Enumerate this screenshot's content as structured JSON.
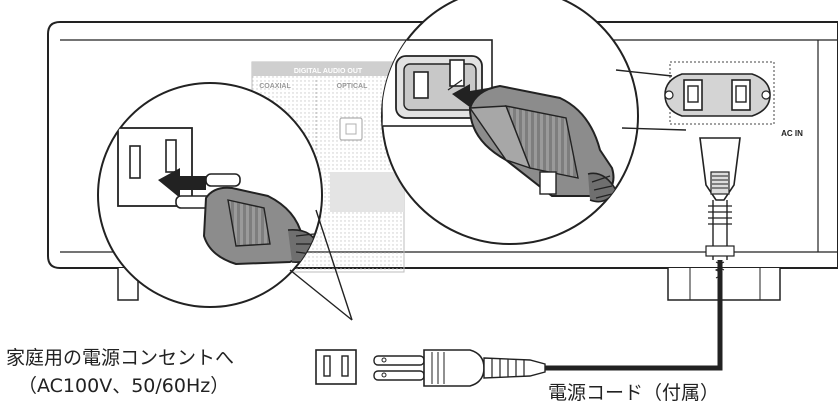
{
  "panel": {
    "digital_audio_out": "DIGITAL AUDIO OUT",
    "coaxial": "COAXIAL",
    "optical": "OPTICAL",
    "ac_in": "AC IN"
  },
  "captions": {
    "outlet_line1": "家庭用の電源コンセントへ",
    "outlet_line2": "（AC100V、50/60Hz）",
    "power_cord": "電源コード（付属）"
  },
  "colors": {
    "outline": "#222222",
    "panel_grey": "#d9d9d9",
    "plug_grey": "#8c8c8c",
    "plug_dark": "#5a5a5a"
  },
  "icons": [
    "arrow-right-icon",
    "wall-outlet-icon",
    "iec-inlet-icon",
    "power-plug-icon"
  ]
}
